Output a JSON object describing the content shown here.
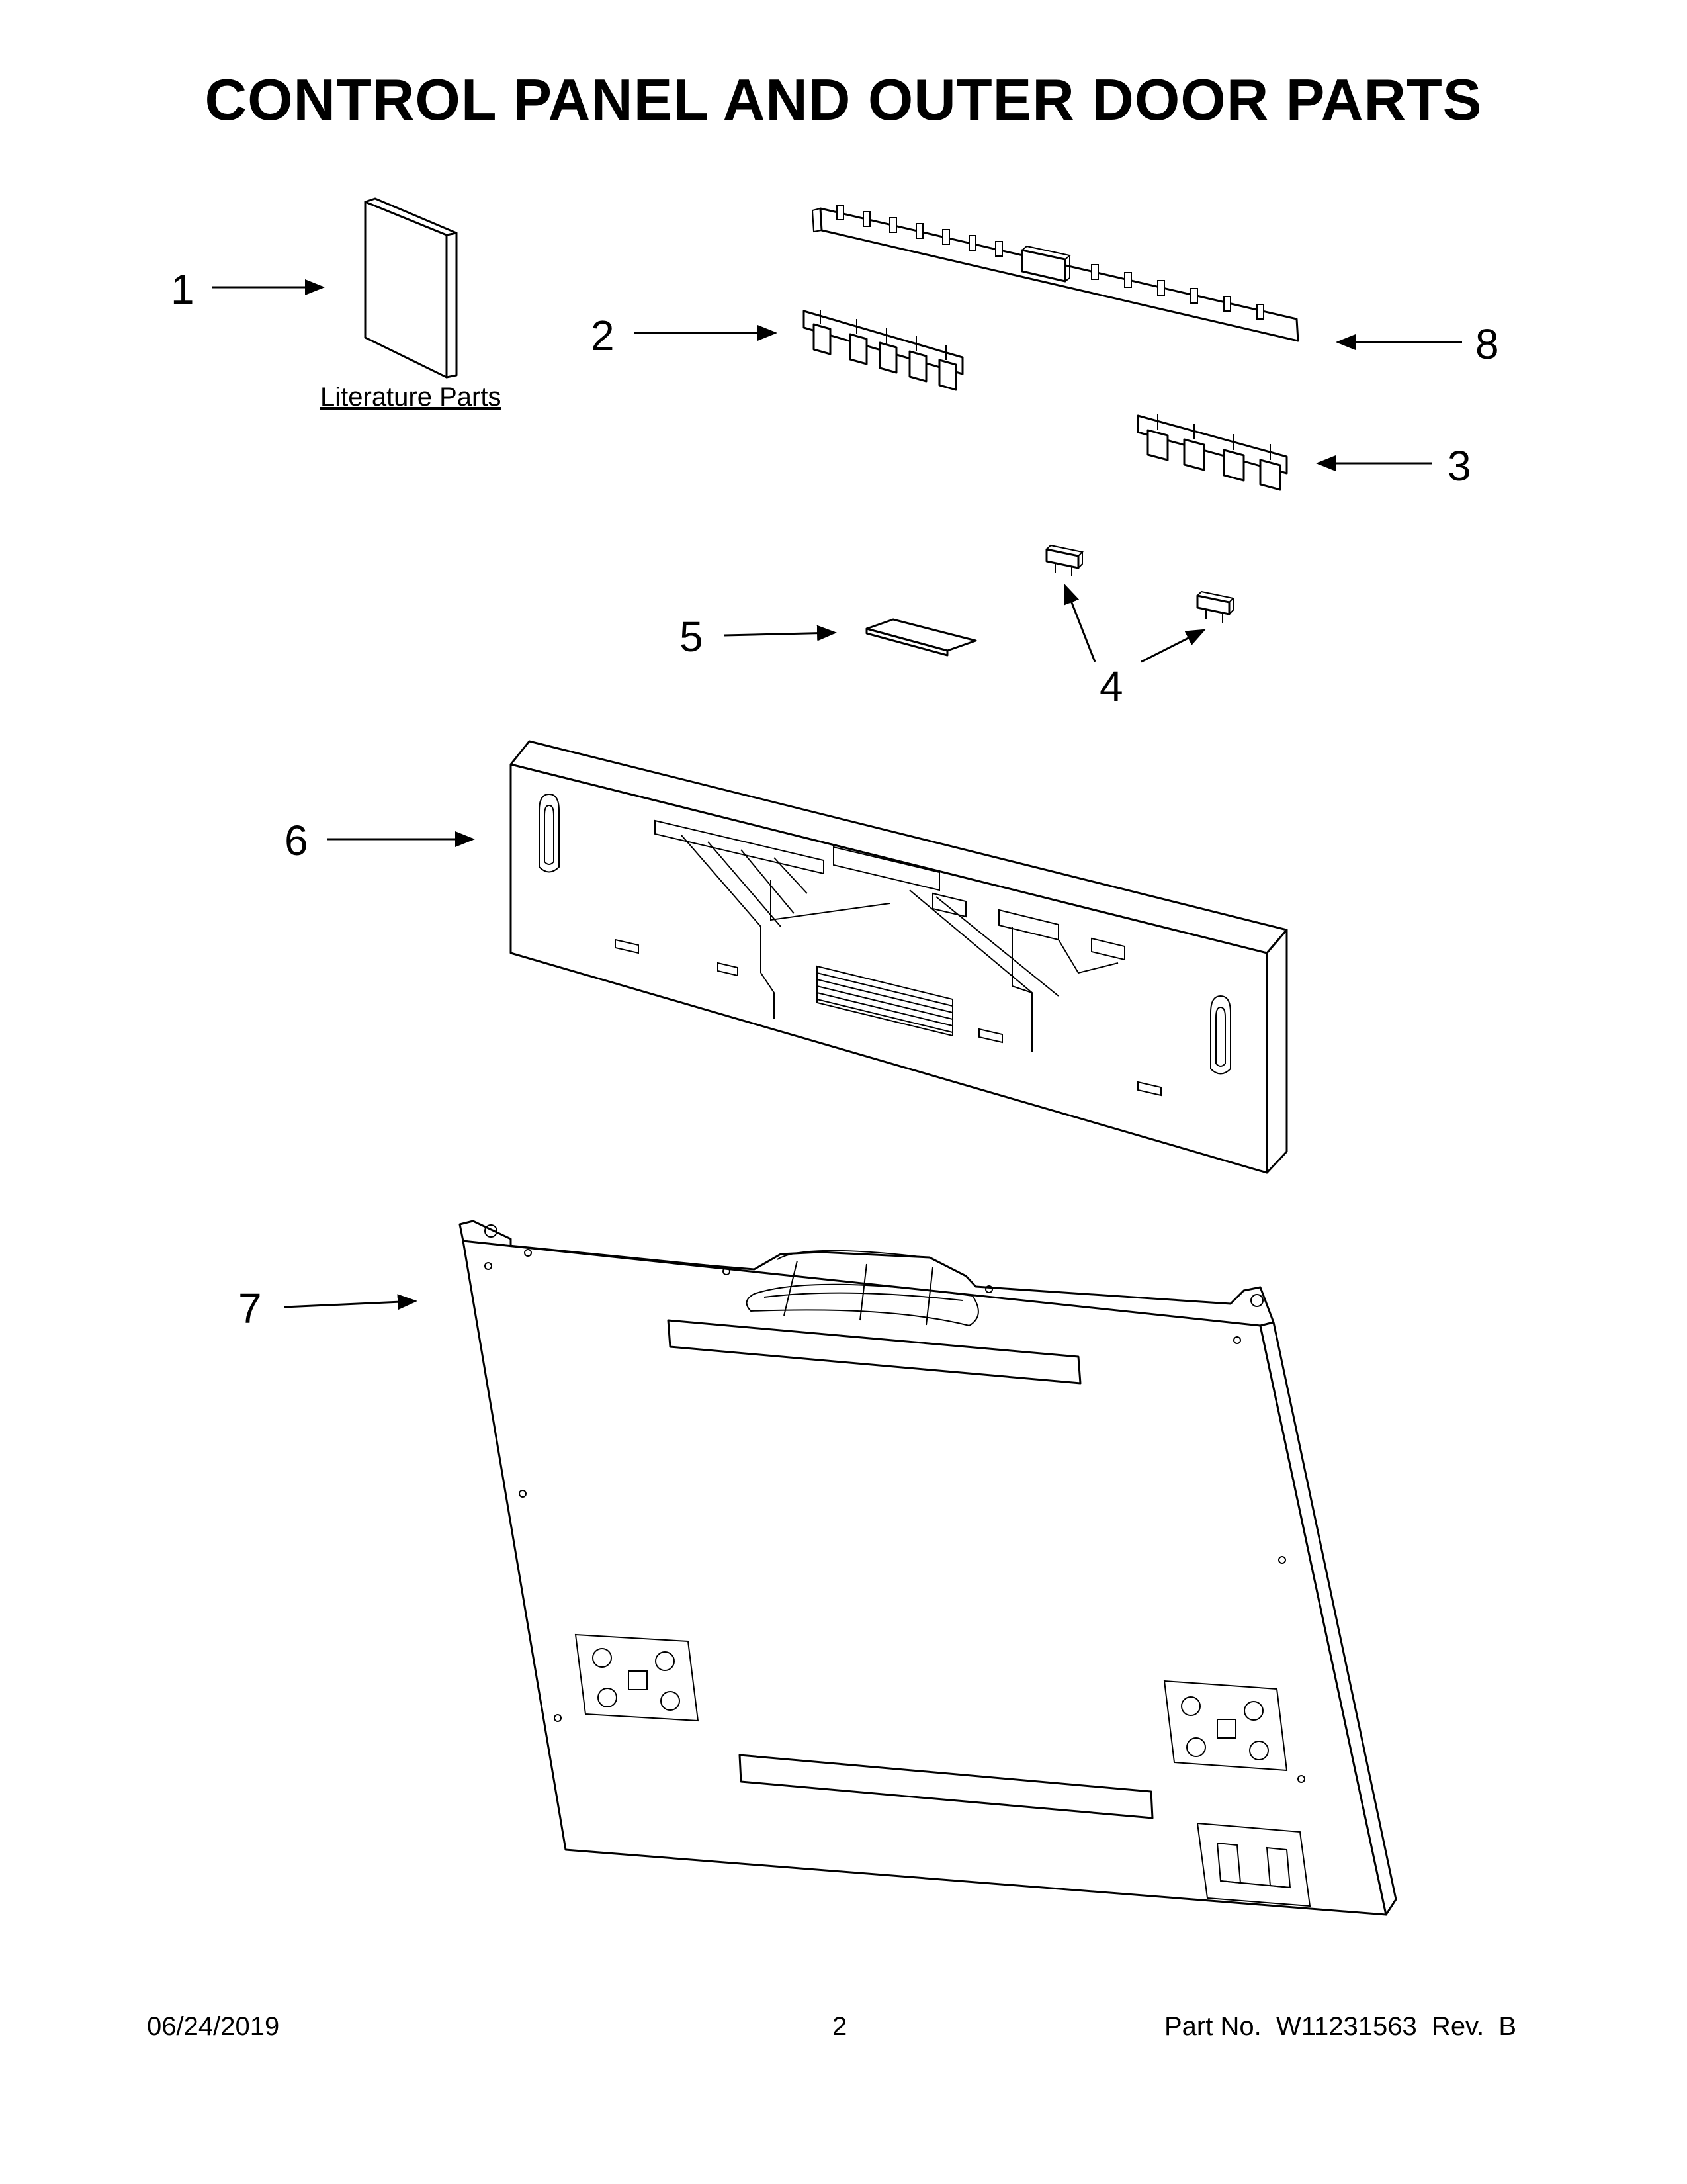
{
  "title": "CONTROL PANEL AND OUTER DOOR PARTS",
  "callouts": {
    "c1": "1",
    "c2": "2",
    "c3": "3",
    "c4": "4",
    "c5": "5",
    "c6": "6",
    "c7": "7",
    "c8": "8"
  },
  "literature_label": "Literature Parts",
  "footer": {
    "date": "06/24/2019",
    "page": "2",
    "part_no": "Part No.  W11231563  Rev.  B"
  }
}
